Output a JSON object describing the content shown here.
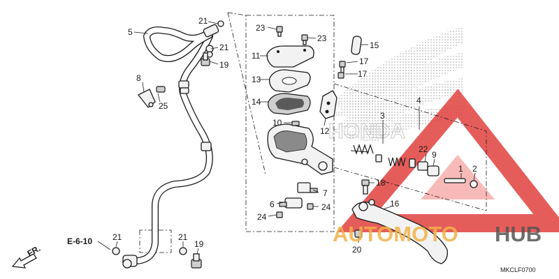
{
  "diagram": {
    "drawing_code": "MKCLF0700",
    "reference": "E-6-10",
    "direction_label": "FR.",
    "callouts": [
      "1",
      "2",
      "3",
      "4",
      "5",
      "6",
      "7",
      "8",
      "9",
      "10",
      "11",
      "12",
      "13",
      "14",
      "15",
      "16",
      "17",
      "17",
      "18",
      "19",
      "19",
      "20",
      "21",
      "21",
      "21",
      "21",
      "22",
      "23",
      "23",
      "24",
      "24",
      "25"
    ]
  },
  "watermark": {
    "text_orange": "AUTOMOTO",
    "text_gray": "HUB",
    "brand_bg_text": "HONDA",
    "colors": {
      "orange": "#f2b24a",
      "gray": "#555555",
      "red": "#e0413d",
      "light_red": "#f6a3a0"
    }
  }
}
